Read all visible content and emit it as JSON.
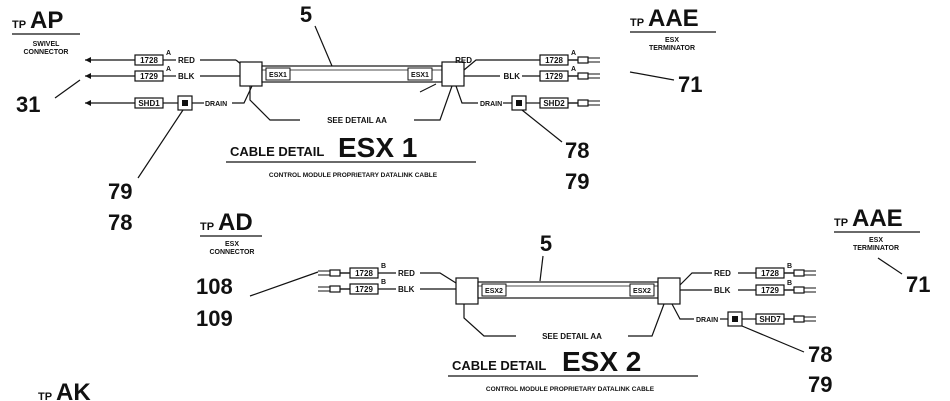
{
  "section1": {
    "left_title_prefix": "TP",
    "left_title": "AP",
    "left_sub1": "SWIVEL",
    "left_sub2": "CONNECTOR",
    "right_title_prefix": "TP",
    "right_title": "AAE",
    "right_sub1": "ESX",
    "right_sub2": "TERMINATOR",
    "cable_callout": "5",
    "cable_left_label": "ESX1",
    "cable_right_label": "ESX1",
    "left_wires": [
      {
        "tag": "1728",
        "letter": "A",
        "color": "RED"
      },
      {
        "tag": "1729",
        "letter": "A",
        "color": "BLK"
      }
    ],
    "right_wires": [
      {
        "tag": "1728",
        "letter": "A",
        "color": "RED"
      },
      {
        "tag": "1729",
        "letter": "A",
        "color": "BLK"
      }
    ],
    "left_shield": "SHD1",
    "right_shield": "SHD2",
    "drain_left": "DRAIN",
    "drain_right": "DRAIN",
    "see_detail": "SEE DETAIL AA",
    "detail_small": "CABLE DETAIL",
    "detail_big": "ESX 1",
    "detail_sub": "CONTROL MODULE PROPRIETARY DATALINK CABLE",
    "callout_31": "31",
    "callout_71": "71",
    "callout_78a": "78",
    "callout_79a": "79",
    "callout_79b": "79",
    "callout_78b": "78"
  },
  "section2": {
    "left_title_prefix": "TP",
    "left_title": "AD",
    "left_sub1": "ESX",
    "left_sub2": "CONNECTOR",
    "right_title_prefix": "TP",
    "right_title": "AAE",
    "right_sub1": "ESX",
    "right_sub2": "TERMINATOR",
    "cable_callout": "5",
    "cable_left_label": "ESX2",
    "cable_right_label": "ESX2",
    "left_wires": [
      {
        "tag": "1728",
        "letter": "B",
        "color": "RED"
      },
      {
        "tag": "1729",
        "letter": "B",
        "color": "BLK"
      }
    ],
    "right_wires": [
      {
        "tag": "1728",
        "letter": "B",
        "color": "RED"
      },
      {
        "tag": "1729",
        "letter": "B",
        "color": "BLK"
      }
    ],
    "right_shield": "SHD7",
    "drain_right": "DRAIN",
    "see_detail": "SEE DETAIL AA",
    "detail_small": "CABLE DETAIL",
    "detail_big": "ESX 2",
    "detail_sub": "CONTROL MODULE PROPRIETARY DATALINK CABLE",
    "callout_108": "108",
    "callout_109": "109",
    "callout_71": "71",
    "callout_78": "78",
    "callout_79": "79"
  },
  "section3": {
    "title_prefix": "TP",
    "title": "AK"
  }
}
